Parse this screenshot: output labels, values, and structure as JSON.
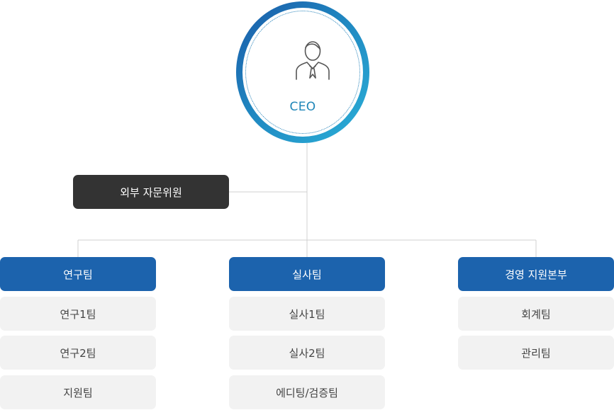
{
  "ceo": {
    "label": "CEO",
    "icon": "person-icon"
  },
  "advisory": {
    "label": "외부 자문위원"
  },
  "departments": [
    {
      "label": "연구팀",
      "teams": [
        "연구1팀",
        "연구2팀",
        "지원팀"
      ]
    },
    {
      "label": "실사팀",
      "teams": [
        "실사1팀",
        "실사2팀",
        "에디팅/검증팀"
      ]
    },
    {
      "label": "경영 지원본부",
      "teams": [
        "회계팀",
        "관리팀"
      ]
    }
  ],
  "colors": {
    "primary_blue": "#1c63ad",
    "ring_gradient_start": "#1b5aa8",
    "ring_gradient_end": "#2bb0d8",
    "advisory_bg": "#333333",
    "sub_bg": "#f2f2f2",
    "ceo_text": "#1f86b8",
    "connector": "#d0d0d0"
  }
}
